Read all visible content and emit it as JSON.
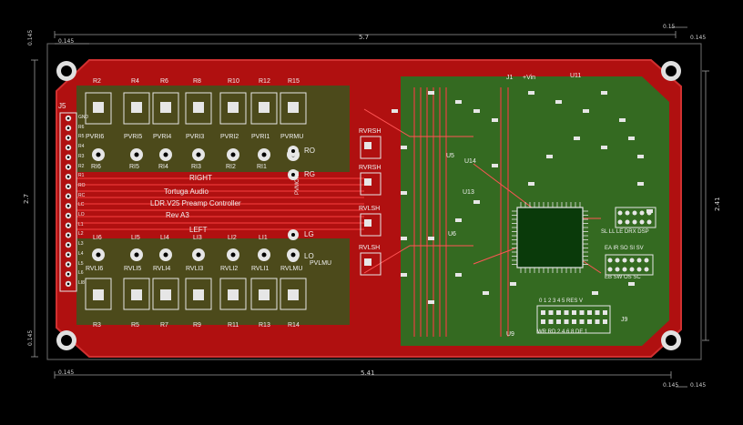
{
  "board": {
    "title_line1": "Tortuga Audio",
    "title_line2": "LDR.V25 Preamp Controller",
    "title_line3": "Rev A3",
    "section_right": "RIGHT",
    "section_left": "LEFT",
    "connector_j5": "J5",
    "connector_j9": "J9",
    "chip_u9": "U9",
    "chip_u5": "U5",
    "chip_u6": "U6",
    "chip_u14": "U14",
    "chip_u13": "U13",
    "chip_u11": "U11",
    "j1_label": "J1",
    "vin_label": "+Vin",
    "j9_header": "0 1 2 3 4 5 RES V",
    "j9_footer": "WR RD 2 4 6 8 DE 1",
    "jtag_row1": "SL LL LE DRX DSP",
    "jtag_row2": "EA IR SO SI SV",
    "jtag_row3": "EB SW OS SC",
    "pvmono": "PVMONO",
    "pvlmu": "PVLMU"
  },
  "dimensions": {
    "top_width": "5.7",
    "bottom_width": "5.41",
    "left_height": "2.7",
    "right_height": "2.41",
    "margin_a": "0.145",
    "margin_b": "0.145",
    "margin_c": "0.145",
    "margin_d": "0.145",
    "margin_e": "0.145",
    "margin_f": "0.145",
    "margin_g": "0.15",
    "margin_h": "0.145"
  },
  "right_pots": [
    "PVRI6",
    "PVRI5",
    "PVRI4",
    "PVRI3",
    "PVRI2",
    "PVRI1",
    "PVRMU"
  ],
  "right_res_top": [
    "R2",
    "R4",
    "R6",
    "R8",
    "R10",
    "R12",
    "R15"
  ],
  "right_res_mid": [
    "RI6",
    "RI5",
    "RI4",
    "RI3",
    "RI2",
    "RI1"
  ],
  "left_pots": [
    "RVLI6",
    "RVLI5",
    "RVLI4",
    "RVLI3",
    "RVLI2",
    "RVLI1",
    "RVLMU"
  ],
  "left_res_top": [
    "LI6",
    "LI5",
    "LI4",
    "LI3",
    "LI2",
    "LI1"
  ],
  "left_res_bottom": [
    "R3",
    "R5",
    "R7",
    "R9",
    "R11",
    "R13",
    "R14"
  ],
  "j5_pins": [
    "GND",
    "R6",
    "R5",
    "R4",
    "R3",
    "R2",
    "R1",
    "RO",
    "RC",
    "LC",
    "LO",
    "L1",
    "L2",
    "L3",
    "L4",
    "L5",
    "L6",
    "LI8"
  ],
  "mid_labels": [
    "RO",
    "RG",
    "LG",
    "LO"
  ],
  "mid_pots": [
    "RVRSH",
    "RVRSH",
    "RVLSH",
    "RVLSH"
  ],
  "colors": {
    "background": "#000000",
    "board_red": "#c81414",
    "copper_green": "#2a8a2a",
    "silk_white": "#e6e6e6",
    "outline": "#7a7a7a"
  }
}
